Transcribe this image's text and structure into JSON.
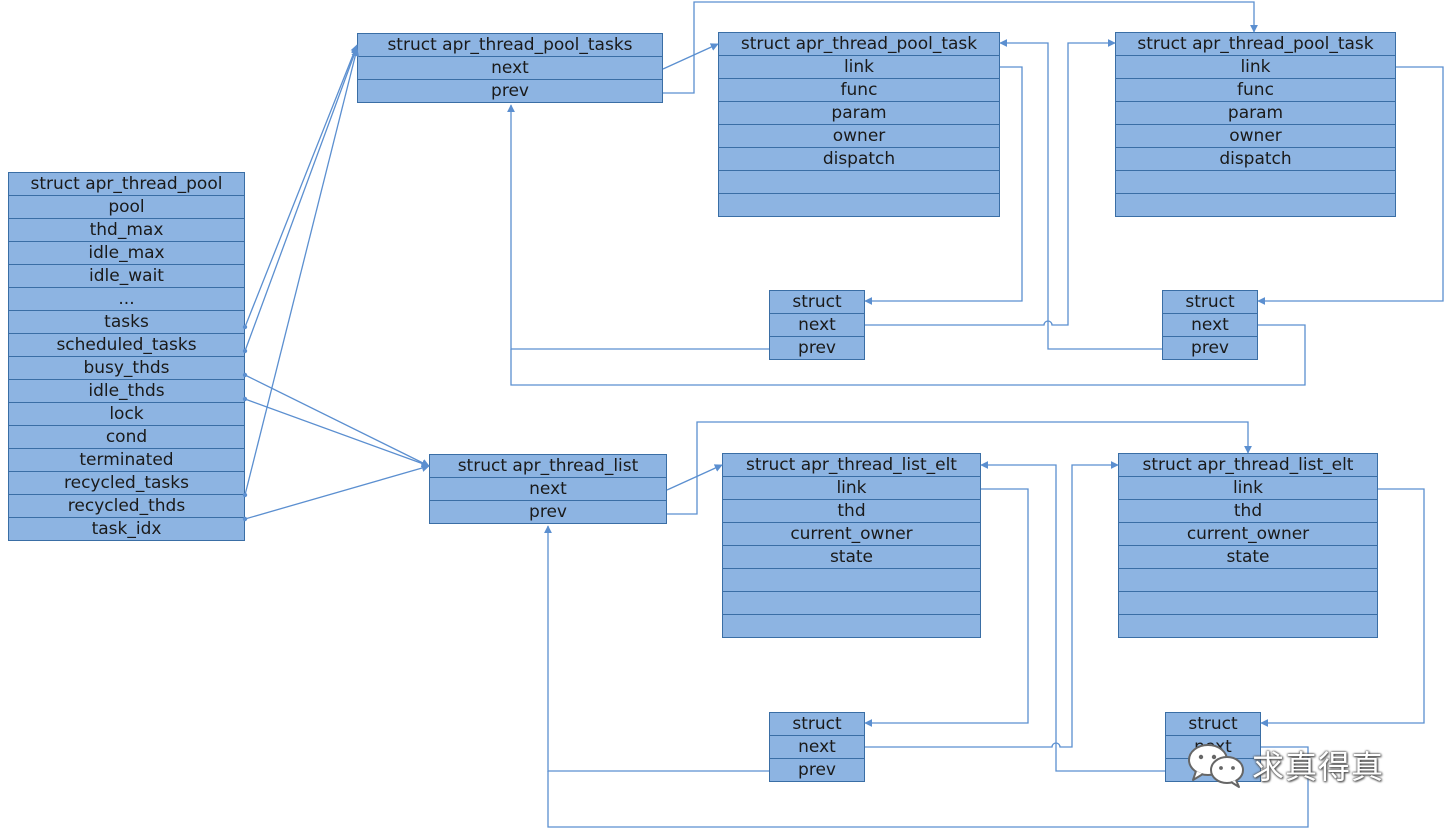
{
  "pool": {
    "title": "struct apr_thread_pool",
    "fields": [
      "pool",
      "thd_max",
      "idle_max",
      "idle_wait",
      "...",
      "tasks",
      "scheduled_tasks",
      "busy_thds",
      "idle_thds",
      "lock",
      "cond",
      "terminated",
      "recycled_tasks",
      "recycled_thds",
      "task_idx"
    ]
  },
  "tasks_list": {
    "title": "struct apr_thread_pool_tasks",
    "fields": [
      "next",
      "prev"
    ]
  },
  "task1": {
    "title": "struct apr_thread_pool_task",
    "fields": [
      "link",
      "func",
      "param",
      "owner",
      "dispatch",
      "",
      ""
    ]
  },
  "task2": {
    "title": "struct apr_thread_pool_task",
    "fields": [
      "link",
      "func",
      "param",
      "owner",
      "dispatch",
      "",
      ""
    ]
  },
  "link1": {
    "fields": [
      "struct",
      "next",
      "prev"
    ]
  },
  "link2": {
    "fields": [
      "struct",
      "next",
      "prev"
    ]
  },
  "thread_list": {
    "title": "struct apr_thread_list",
    "fields": [
      "next",
      "prev"
    ]
  },
  "elt1": {
    "title": "struct apr_thread_list_elt",
    "fields": [
      "link",
      "thd",
      "current_owner",
      "state",
      "",
      "",
      ""
    ]
  },
  "elt2": {
    "title": "struct apr_thread_list_elt",
    "fields": [
      "link",
      "thd",
      "current_owner",
      "state",
      "",
      "",
      ""
    ]
  },
  "link3": {
    "fields": [
      "struct",
      "next",
      "prev"
    ]
  },
  "link4": {
    "fields": [
      "struct",
      "next",
      "prev"
    ]
  },
  "watermark": {
    "icon": "wechat-icon",
    "text": "求真得真"
  },
  "colors": {
    "cell_fill": "#8db4e2",
    "cell_border": "#3a6ea5",
    "wire": "#5b8fd0"
  }
}
